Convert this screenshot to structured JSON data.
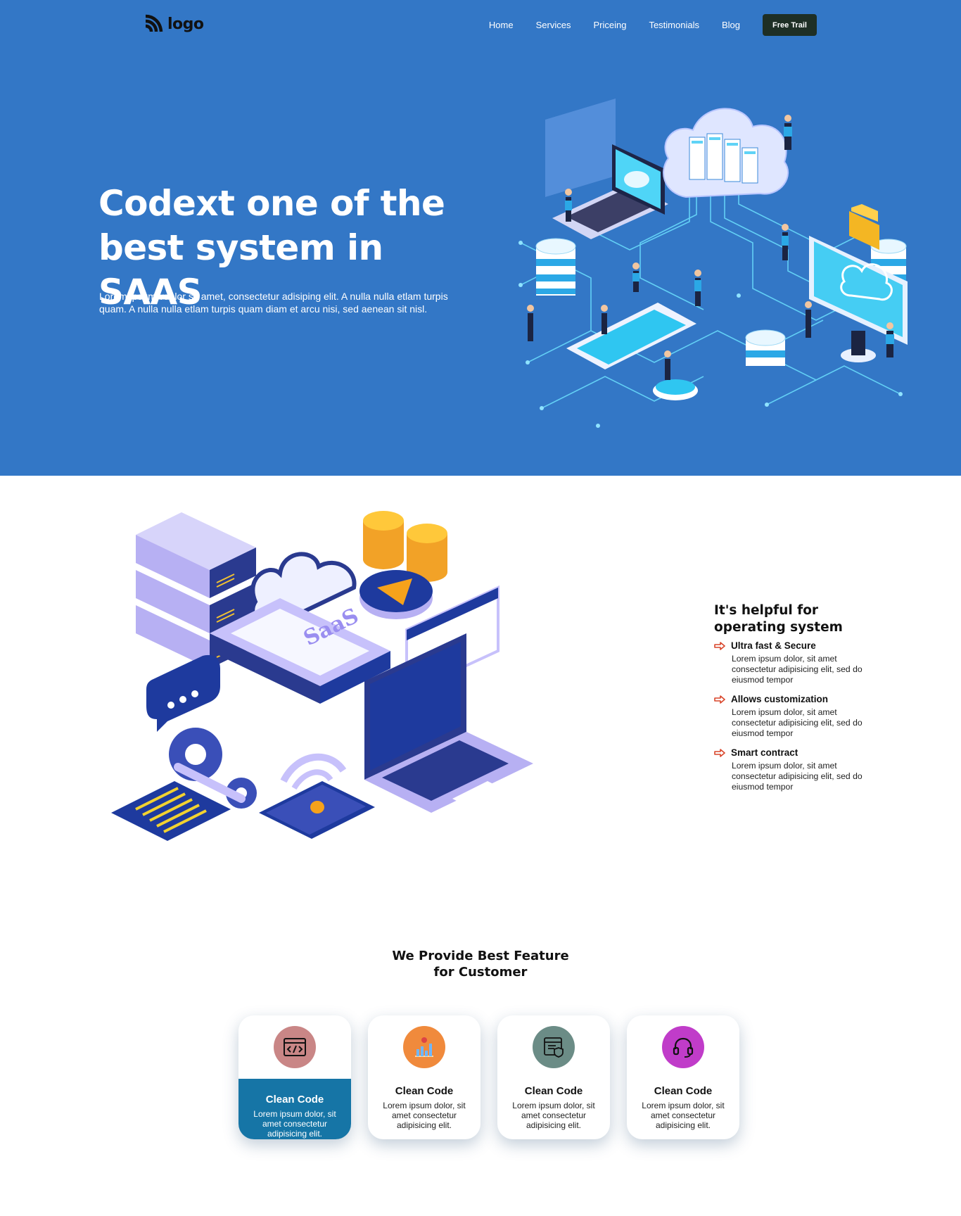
{
  "nav": {
    "logo_text": "logo",
    "links": [
      "Home",
      "Services",
      "Priceing",
      "Testimonials",
      "Blog"
    ],
    "cta_label": "Free Trail"
  },
  "hero": {
    "title_line1": "Codext one of the",
    "title_line2": "best system in SAAS",
    "description": "Lorem ipsum vdolor sit amet, consectetur adisiping elit. A nulla nulla etlam turpis quam. A nulla nulla etlam turpis quam diam et arcu nisi, sed aenean sit nisl.",
    "background_color": "#3377c6",
    "illustration": "isometric-cloud-network-illustration"
  },
  "features": {
    "illustration": "isometric-saas-illustration",
    "saas_label": "SaaS",
    "title": "It's helpful for operating system",
    "items": [
      {
        "title": "Ultra fast & Secure",
        "text": "Lorem ipsum dolor, sit amet consectetur adipisicing elit, sed do eiusmod tempor"
      },
      {
        "title": "Allows customization",
        "text": "Lorem ipsum dolor, sit amet consectetur adipisicing elit, sed do eiusmod tempor"
      },
      {
        "title": "Smart contract",
        "text": "Lorem ipsum dolor, sit amet consectetur adipisicing elit, sed do eiusmod tempor"
      }
    ],
    "arrow_color": "#d9462b"
  },
  "services": {
    "title_line1": "We Provide Best Feature",
    "title_line2": "for Customer",
    "cards": [
      {
        "title": "Clean Code",
        "text": "Lorem ipsum dolor, sit amet consectetur adipisicing elit.",
        "icon": "code-window-icon",
        "icon_bg": "#c98686",
        "active": true
      },
      {
        "title": "Clean Code",
        "text": "Lorem ipsum dolor, sit amet consectetur adipisicing elit.",
        "icon": "analytics-chart-icon",
        "icon_bg": "#f08a3c",
        "active": false
      },
      {
        "title": "Clean Code",
        "text": "Lorem ipsum dolor, sit amet consectetur adipisicing elit.",
        "icon": "secure-document-icon",
        "icon_bg": "#6b8c86",
        "active": false
      },
      {
        "title": "Clean Code",
        "text": "Lorem ipsum dolor, sit amet consectetur adipisicing elit.",
        "icon": "headset-support-icon",
        "icon_bg": "#c03cc9",
        "active": false
      }
    ],
    "active_color": "#1675a6"
  }
}
